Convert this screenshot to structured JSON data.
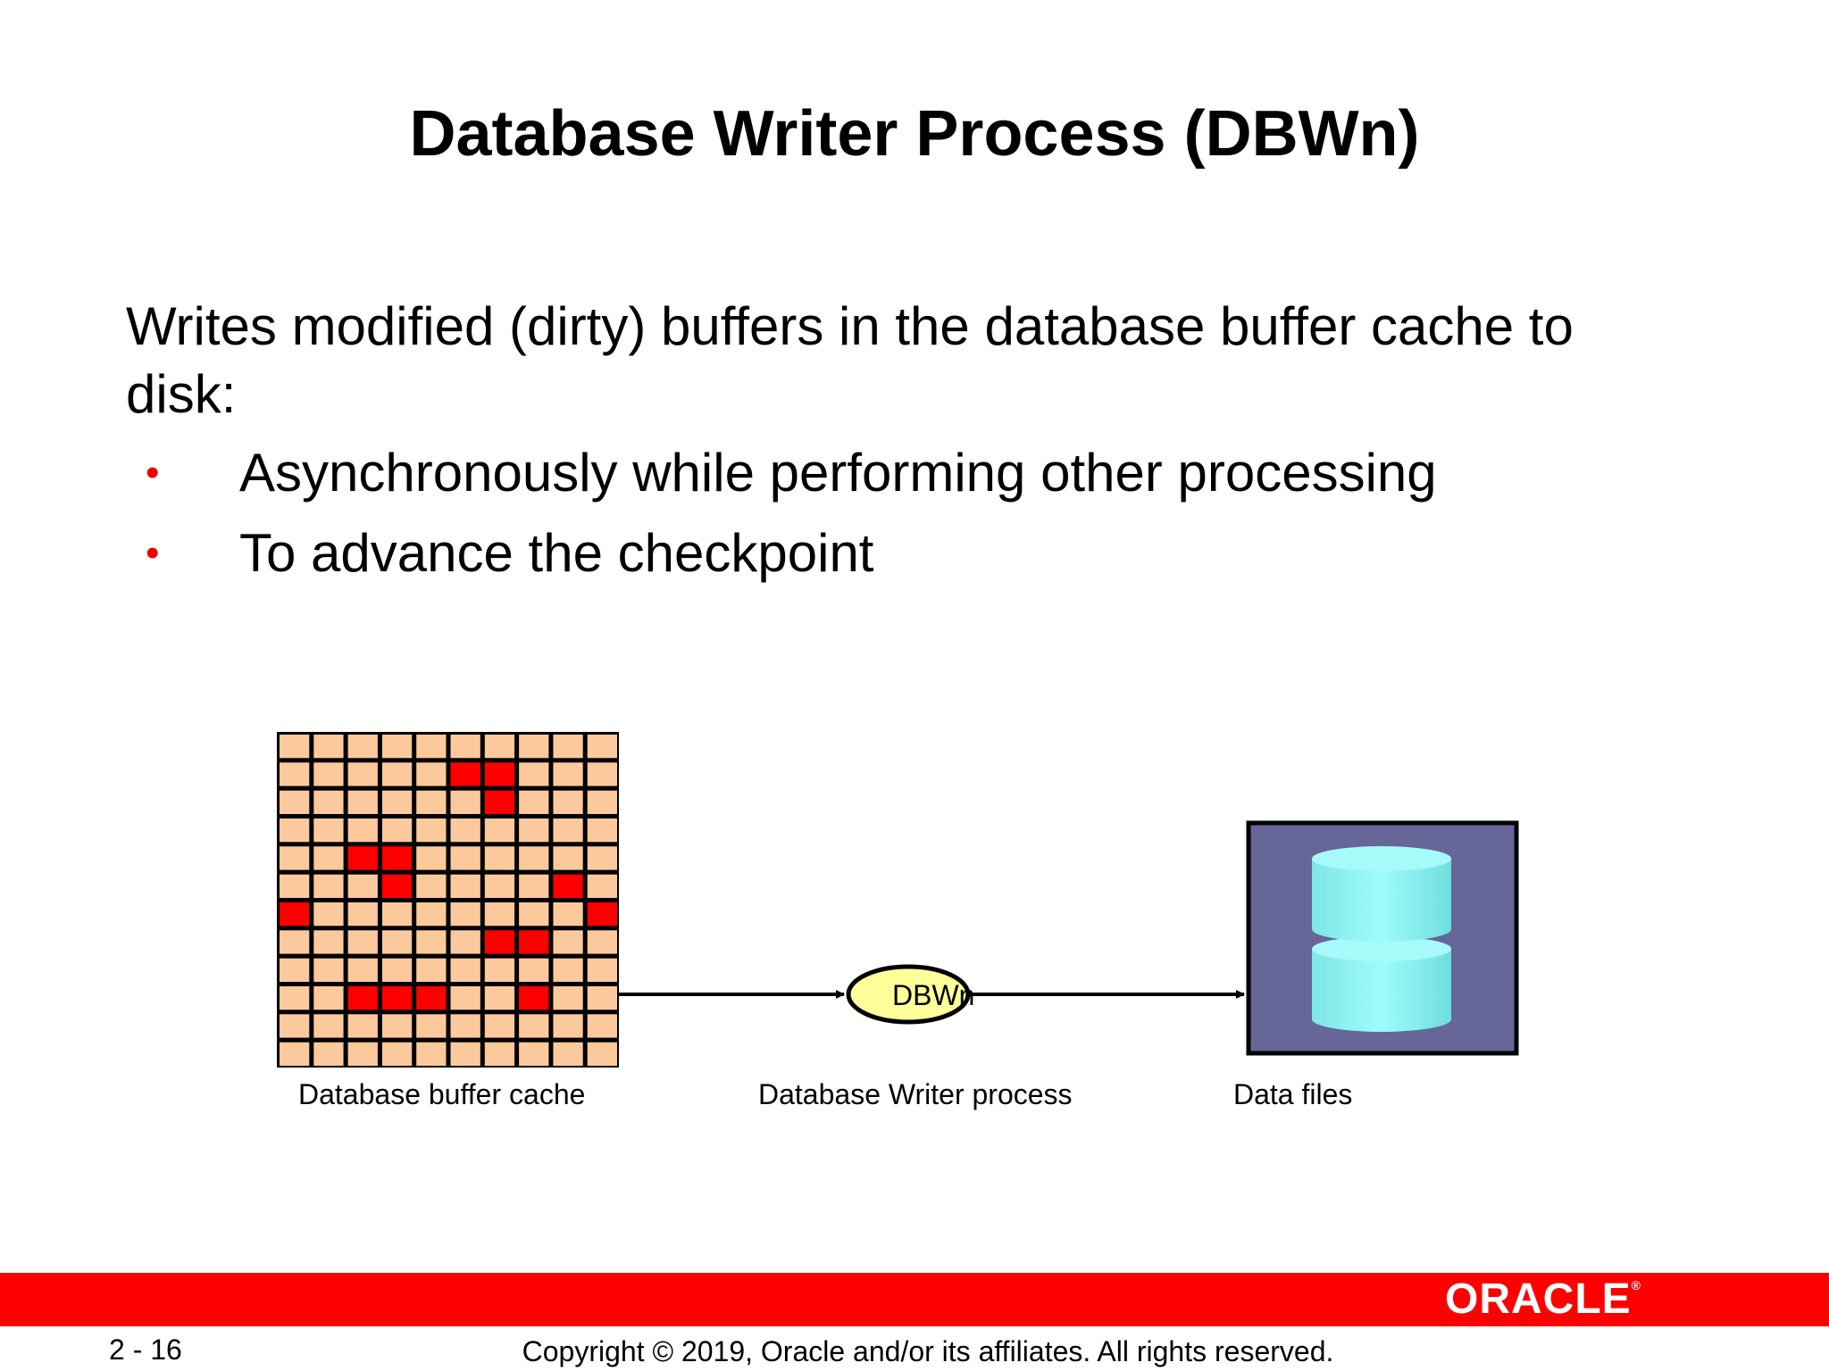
{
  "slide": {
    "title": "Database Writer Process (DBWn)",
    "lead": "Writes modified (dirty) buffers in the database buffer cache to disk:",
    "bullets": [
      "Asynchronously while performing other processing",
      "To advance the checkpoint"
    ],
    "bullet_glyph": "•"
  },
  "diagram": {
    "buffer_cache": {
      "caption": "Database buffer cache",
      "columns": 10,
      "rows": 12,
      "clean_color": "#fbc99b",
      "dirty_color": "#ff0000",
      "dirty_cells": [
        [
          1,
          5
        ],
        [
          1,
          6
        ],
        [
          2,
          6
        ],
        [
          4,
          2
        ],
        [
          4,
          3
        ],
        [
          5,
          3
        ],
        [
          5,
          8
        ],
        [
          6,
          0
        ],
        [
          6,
          9
        ],
        [
          7,
          6
        ],
        [
          7,
          7
        ],
        [
          9,
          2
        ],
        [
          9,
          3
        ],
        [
          9,
          4
        ],
        [
          9,
          7
        ]
      ]
    },
    "process": {
      "label": "DBWn",
      "caption": "Database Writer process",
      "fill": "#ffff99"
    },
    "data_files": {
      "caption": "Data files",
      "panel_color": "#666699",
      "cylinder_color": "#8ff3f3"
    }
  },
  "footer": {
    "page": "2 - 16",
    "copyright": "Copyright © 2019, Oracle and/or its affiliates. All rights reserved.",
    "logo": "ORACLE",
    "logo_mark": "®",
    "bar_color": "#ff0000"
  }
}
